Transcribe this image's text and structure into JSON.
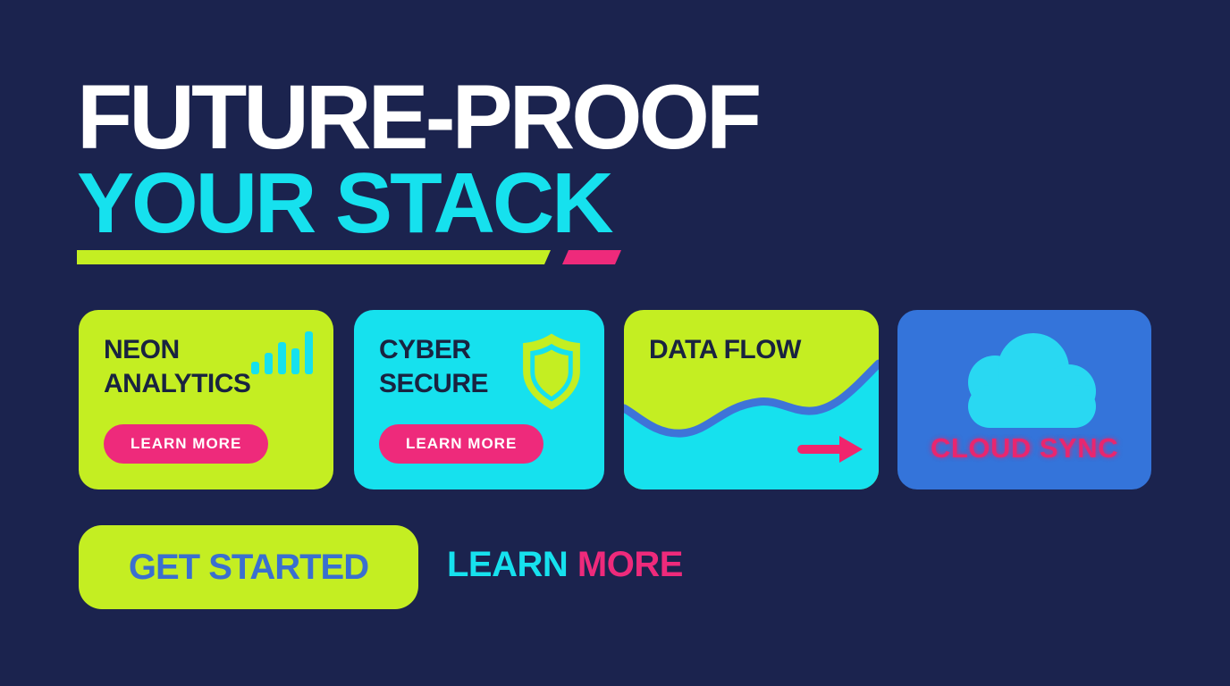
{
  "hero": {
    "title_line1": "FUTURE-PROOF",
    "title_line2": "YOUR STACK"
  },
  "cards": [
    {
      "title": "NEON ANALYTICS",
      "icon": "bar-chart-icon",
      "button_label": "LEARN MORE"
    },
    {
      "title": "CYBER SECURE",
      "icon": "shield-icon",
      "button_label": "LEARN MORE"
    },
    {
      "title": "DATA FLOW",
      "icon": "arrow-right-icon"
    },
    {
      "title": "CLOUD SYNC",
      "icon": "cloud-icon"
    }
  ],
  "footer": {
    "get_started_label": "GET STARTED",
    "learn_label": "LEARN",
    "more_label": " MORE"
  },
  "colors": {
    "background_navy": "#1b234e",
    "lime": "#c4ee22",
    "cyan": "#16e1ee",
    "pink": "#ee2a7b",
    "card_blue": "#3474da",
    "wave_blue": "#3e74d8",
    "dark_text": "#192340",
    "royal_blue_text": "#3a6fcf",
    "arrow_pink": "#f0256d",
    "white": "#ffffff"
  }
}
